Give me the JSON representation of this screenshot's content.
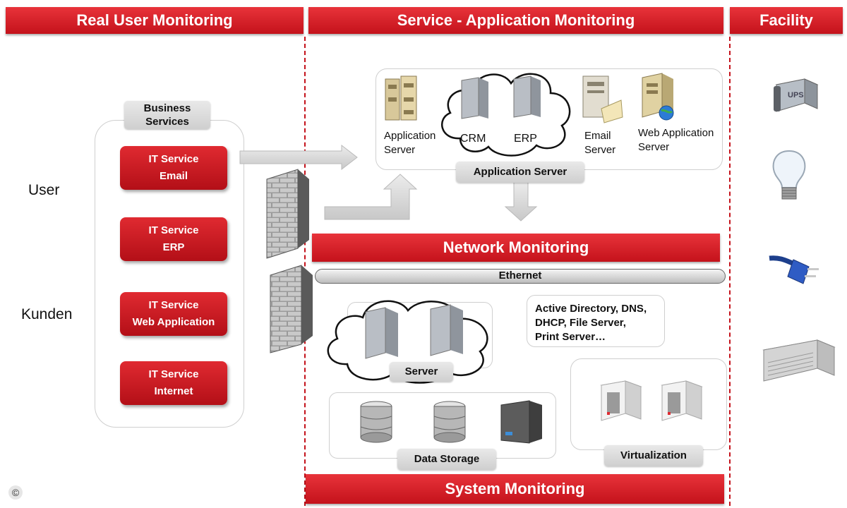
{
  "headers": {
    "real_user": "Real User Monitoring",
    "service_app": "Service - Application Monitoring",
    "facility": "Facility",
    "network": "Network Monitoring",
    "system": "System Monitoring"
  },
  "business_services": {
    "title_line1": "Business",
    "title_line2": "Services",
    "items": [
      {
        "line1": "IT Service",
        "line2": "Email"
      },
      {
        "line1": "IT Service",
        "line2": "ERP"
      },
      {
        "line1": "IT Service",
        "line2": "Web Application"
      },
      {
        "line1": "IT Service",
        "line2": "Internet"
      }
    ]
  },
  "users": {
    "user": "User",
    "kunden": "Kunden"
  },
  "app_area": {
    "app_server_line1": "Application",
    "app_server_line2": "Server",
    "crm": "CRM",
    "erp": "ERP",
    "email_line1": "Email",
    "email_line2": "Server",
    "webapp_line1": "Web Application",
    "webapp_line2": "Server",
    "tag": "Application Server"
  },
  "network": {
    "ethernet": "Ethernet"
  },
  "system_area": {
    "services_line1": "Active Directory, DNS,",
    "services_line2": "DHCP, File Server,",
    "services_line3": "Print Server…",
    "server_tag": "Server",
    "storage_tag": "Data Storage",
    "virtualization_tag": "Virtualization"
  },
  "copyright": "©"
}
